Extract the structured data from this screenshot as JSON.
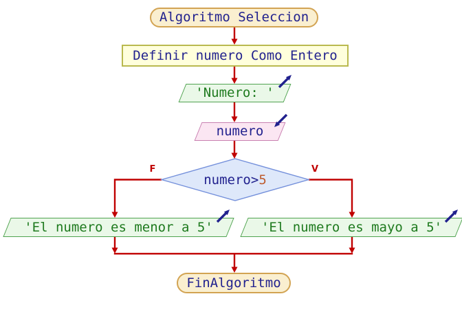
{
  "title": "Flowchart - Algoritmo Seleccion",
  "colors": {
    "connector_red": "#C00000",
    "navy_text": "#21218E",
    "green_text": "#1E7A1E",
    "orange_literal": "#BE5B2D",
    "terminator_fill": "#FAEFD0",
    "terminator_border": "#D2A352",
    "process_fill": "#FFFFDC",
    "process_border": "#B9B94E",
    "output_fill": "#EAF8E8",
    "output_border": "#4FA24F",
    "input_fill": "#FBE6F2",
    "input_border": "#C87FB0",
    "decision_fill": "#DEE8FA",
    "decision_border": "#7490DB"
  },
  "nodes": {
    "start": {
      "label": "Algoritmo Seleccion"
    },
    "declare": {
      "label": "Definir numero Como Entero"
    },
    "prompt": {
      "label": "'Numero: '"
    },
    "input": {
      "label": "numero"
    },
    "decision": {
      "expr": "numero>",
      "value": "5"
    },
    "output_false": {
      "label": "'El numero es menor a 5'"
    },
    "output_true": {
      "label": "'El numero es mayo a 5'"
    },
    "end": {
      "label": "FinAlgoritmo"
    }
  },
  "edges": {
    "false_label": "F",
    "true_label": "V"
  },
  "icons": {
    "output": "arrow-up-right",
    "input": "arrow-down-left"
  }
}
